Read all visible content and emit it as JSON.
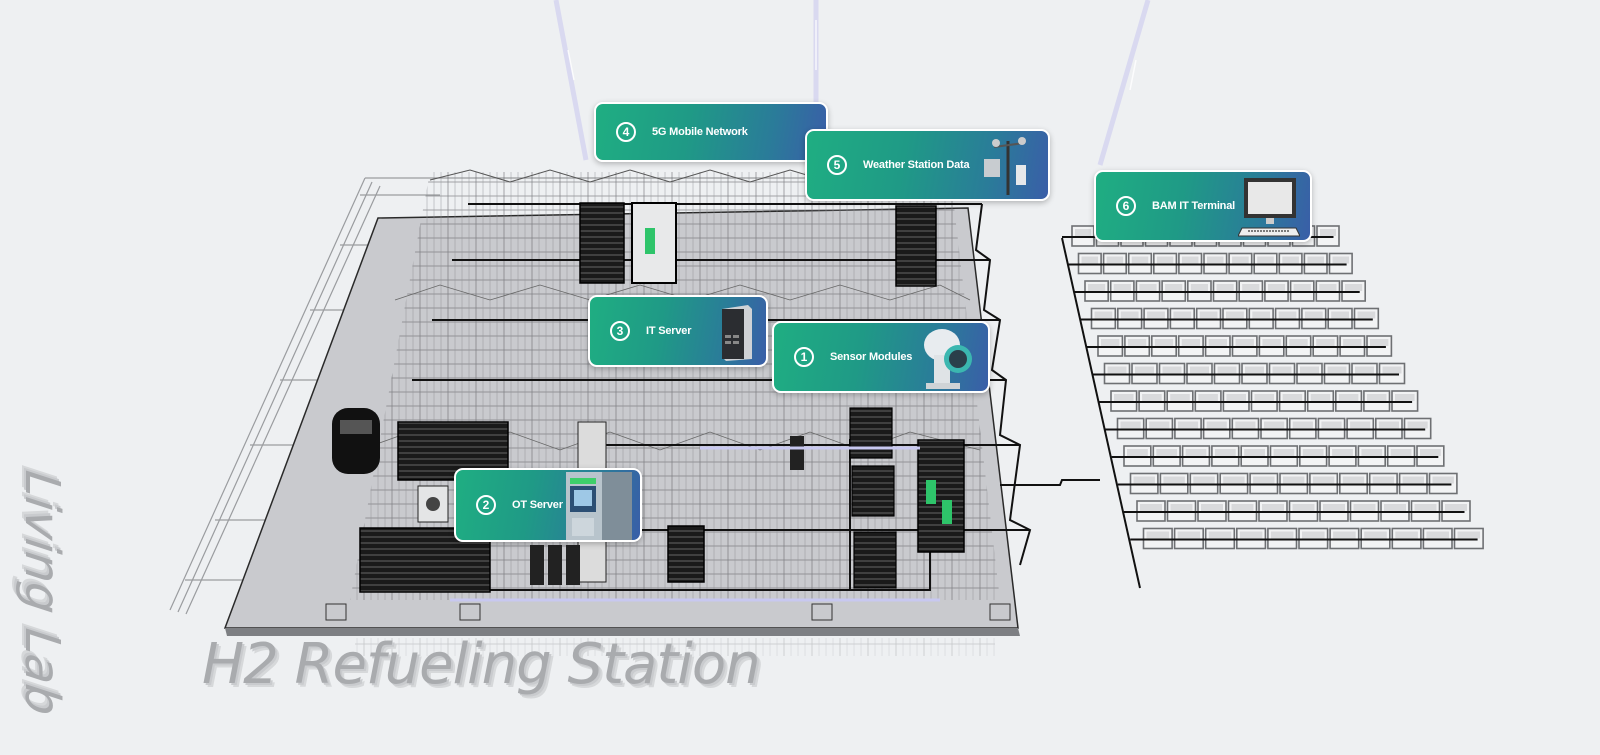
{
  "scene": {
    "title": "H2 Refueling Station",
    "subtitle": "Living Lab",
    "background_color": "#eef0f2",
    "accent_gradient": [
      "#1fae82",
      "#3a5ea8"
    ]
  },
  "callouts": [
    {
      "number": "1",
      "label": "Sensor Modules",
      "icon": "pressure-sensor-icon"
    },
    {
      "number": "2",
      "label": "OT Server",
      "icon": "plc-controller-icon"
    },
    {
      "number": "3",
      "label": "IT Server",
      "icon": "tower-server-icon"
    },
    {
      "number": "4",
      "label": "5G Mobile Network",
      "icon": ""
    },
    {
      "number": "5",
      "label": "Weather Station Data",
      "icon": "weather-station-icon"
    },
    {
      "number": "6",
      "label": "BAM IT Terminal",
      "icon": "desktop-computer-icon"
    }
  ],
  "array": {
    "rows": 12,
    "units_per_row": 11
  }
}
